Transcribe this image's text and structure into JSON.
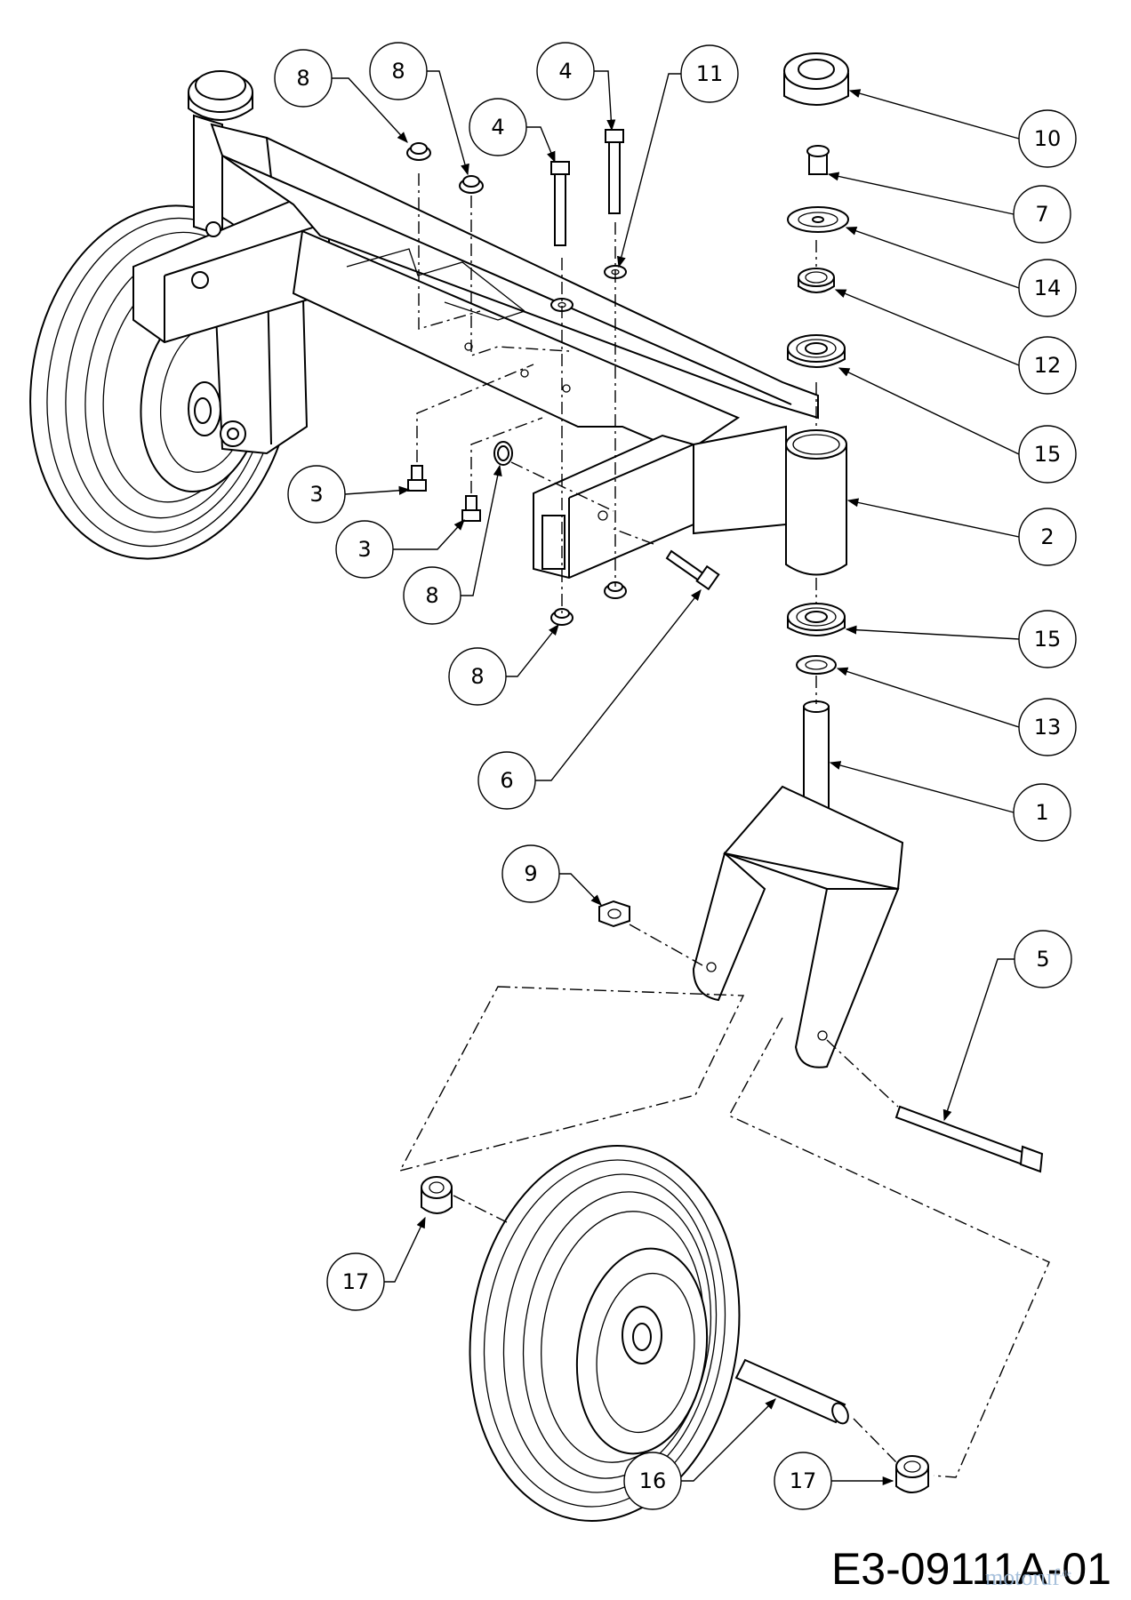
{
  "drawing_code": "E3-09111A-01",
  "watermark": {
    "text": "motoruf",
    "suffix": ".de"
  },
  "callouts": [
    "8",
    "8",
    "4",
    "4",
    "11",
    "10",
    "7",
    "14",
    "12",
    "15",
    "2",
    "3",
    "3",
    "8",
    "8",
    "6",
    "15",
    "13",
    "1",
    "9",
    "5",
    "17",
    "16",
    "17"
  ],
  "colors": {
    "line": "#000000",
    "background": "#ffffff",
    "watermark": "#9ab7d6"
  }
}
